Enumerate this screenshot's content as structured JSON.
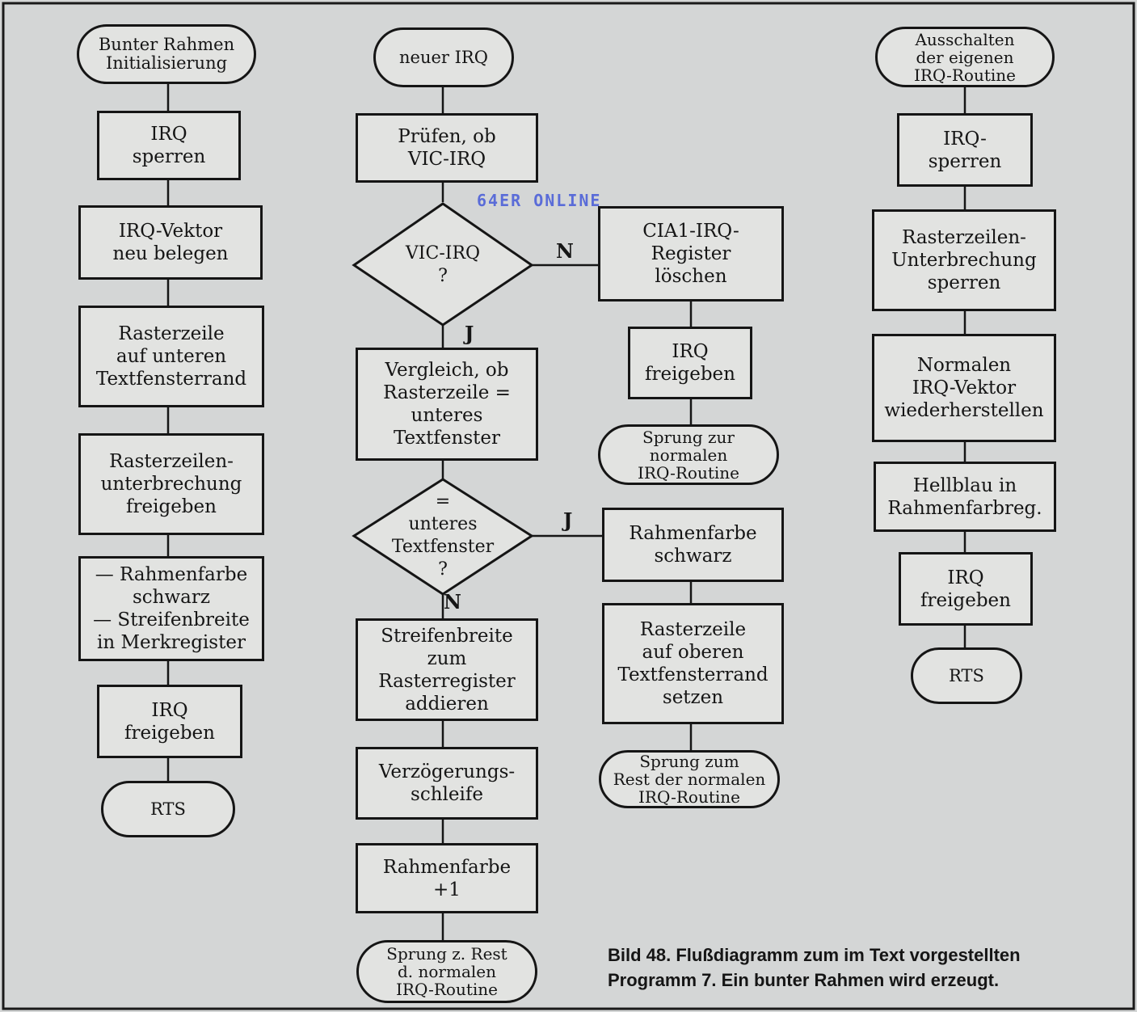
{
  "nodes": {
    "bunter_rahmen": "Bunter Rahmen\nInitialisierung",
    "irq_sperren_1": "IRQ\nsperren",
    "irq_vektor": "IRQ-Vektor\nneu belegen",
    "rasterzeile_unten": "Rasterzeile\nauf unteren\nTextfensterrand",
    "rasterzeilen_freigeben": "Rasterzeilen-\nunterbrechung\nfreigeben",
    "rahmenfarbe_merk": "— Rahmenfarbe\nschwarz\n— Streifenbreite\nin Merkregister",
    "irq_freigeben_1": "IRQ\nfreigeben",
    "rts_1": "RTS",
    "neuer_irq": "neuer IRQ",
    "pruefen_vic": "Prüfen, ob\nVIC-IRQ",
    "vic_irq_decision": "VIC-IRQ\n?",
    "vergleich": "Vergleich, ob\nRasterzeile =\nunteres\nTextfenster",
    "unteres_decision": "=\nunteres\nTextfenster\n?",
    "streifenbreite": "Streifenbreite zum\nRasterregister\naddieren",
    "verzoegerung": "Verzögerungs-\nschleife",
    "rahmenfarbe_plus": "Rahmenfarbe\n+1",
    "sprung_rest_1": "Sprung z. Rest\nd. normalen\nIRQ-Routine",
    "cia1": "CIA1-IRQ-\nRegister\nlöschen",
    "irq_freigeben_2": "IRQ\nfreigeben",
    "sprung_normal": "Sprung zur\nnormalen\nIRQ-Routine",
    "rahmenfarbe_schwarz": "Rahmenfarbe\nschwarz",
    "rasterzeile_oben": "Rasterzeile\nauf oberen\nTextfensterrand\nsetzen",
    "sprung_rest_2": "Sprung zum\nRest der normalen\nIRQ-Routine",
    "ausschalten": "Ausschalten\nder eigenen\nIRQ-Routine",
    "irq_sperren_2": "IRQ-\nsperren",
    "rasterzeilen_sperren": "Rasterzeilen-\nUnterbrechung\nsperren",
    "normalen_vektor": "Normalen\nIRQ-Vektor\nwiederherstellen",
    "hellblau": "Hellblau in\nRahmenfarbreg.",
    "irq_freigeben_3": "IRQ\nfreigeben",
    "rts_2": "RTS"
  },
  "branch_labels": {
    "vic_no": "N",
    "vic_yes": "J",
    "unteres_yes": "J",
    "unteres_no": "N"
  },
  "watermark": "64ER ONLINE",
  "caption": "Bild 48. Flußdiagramm zum im Text vorgestellten Programm 7. Ein bunter Rahmen wird erzeugt."
}
